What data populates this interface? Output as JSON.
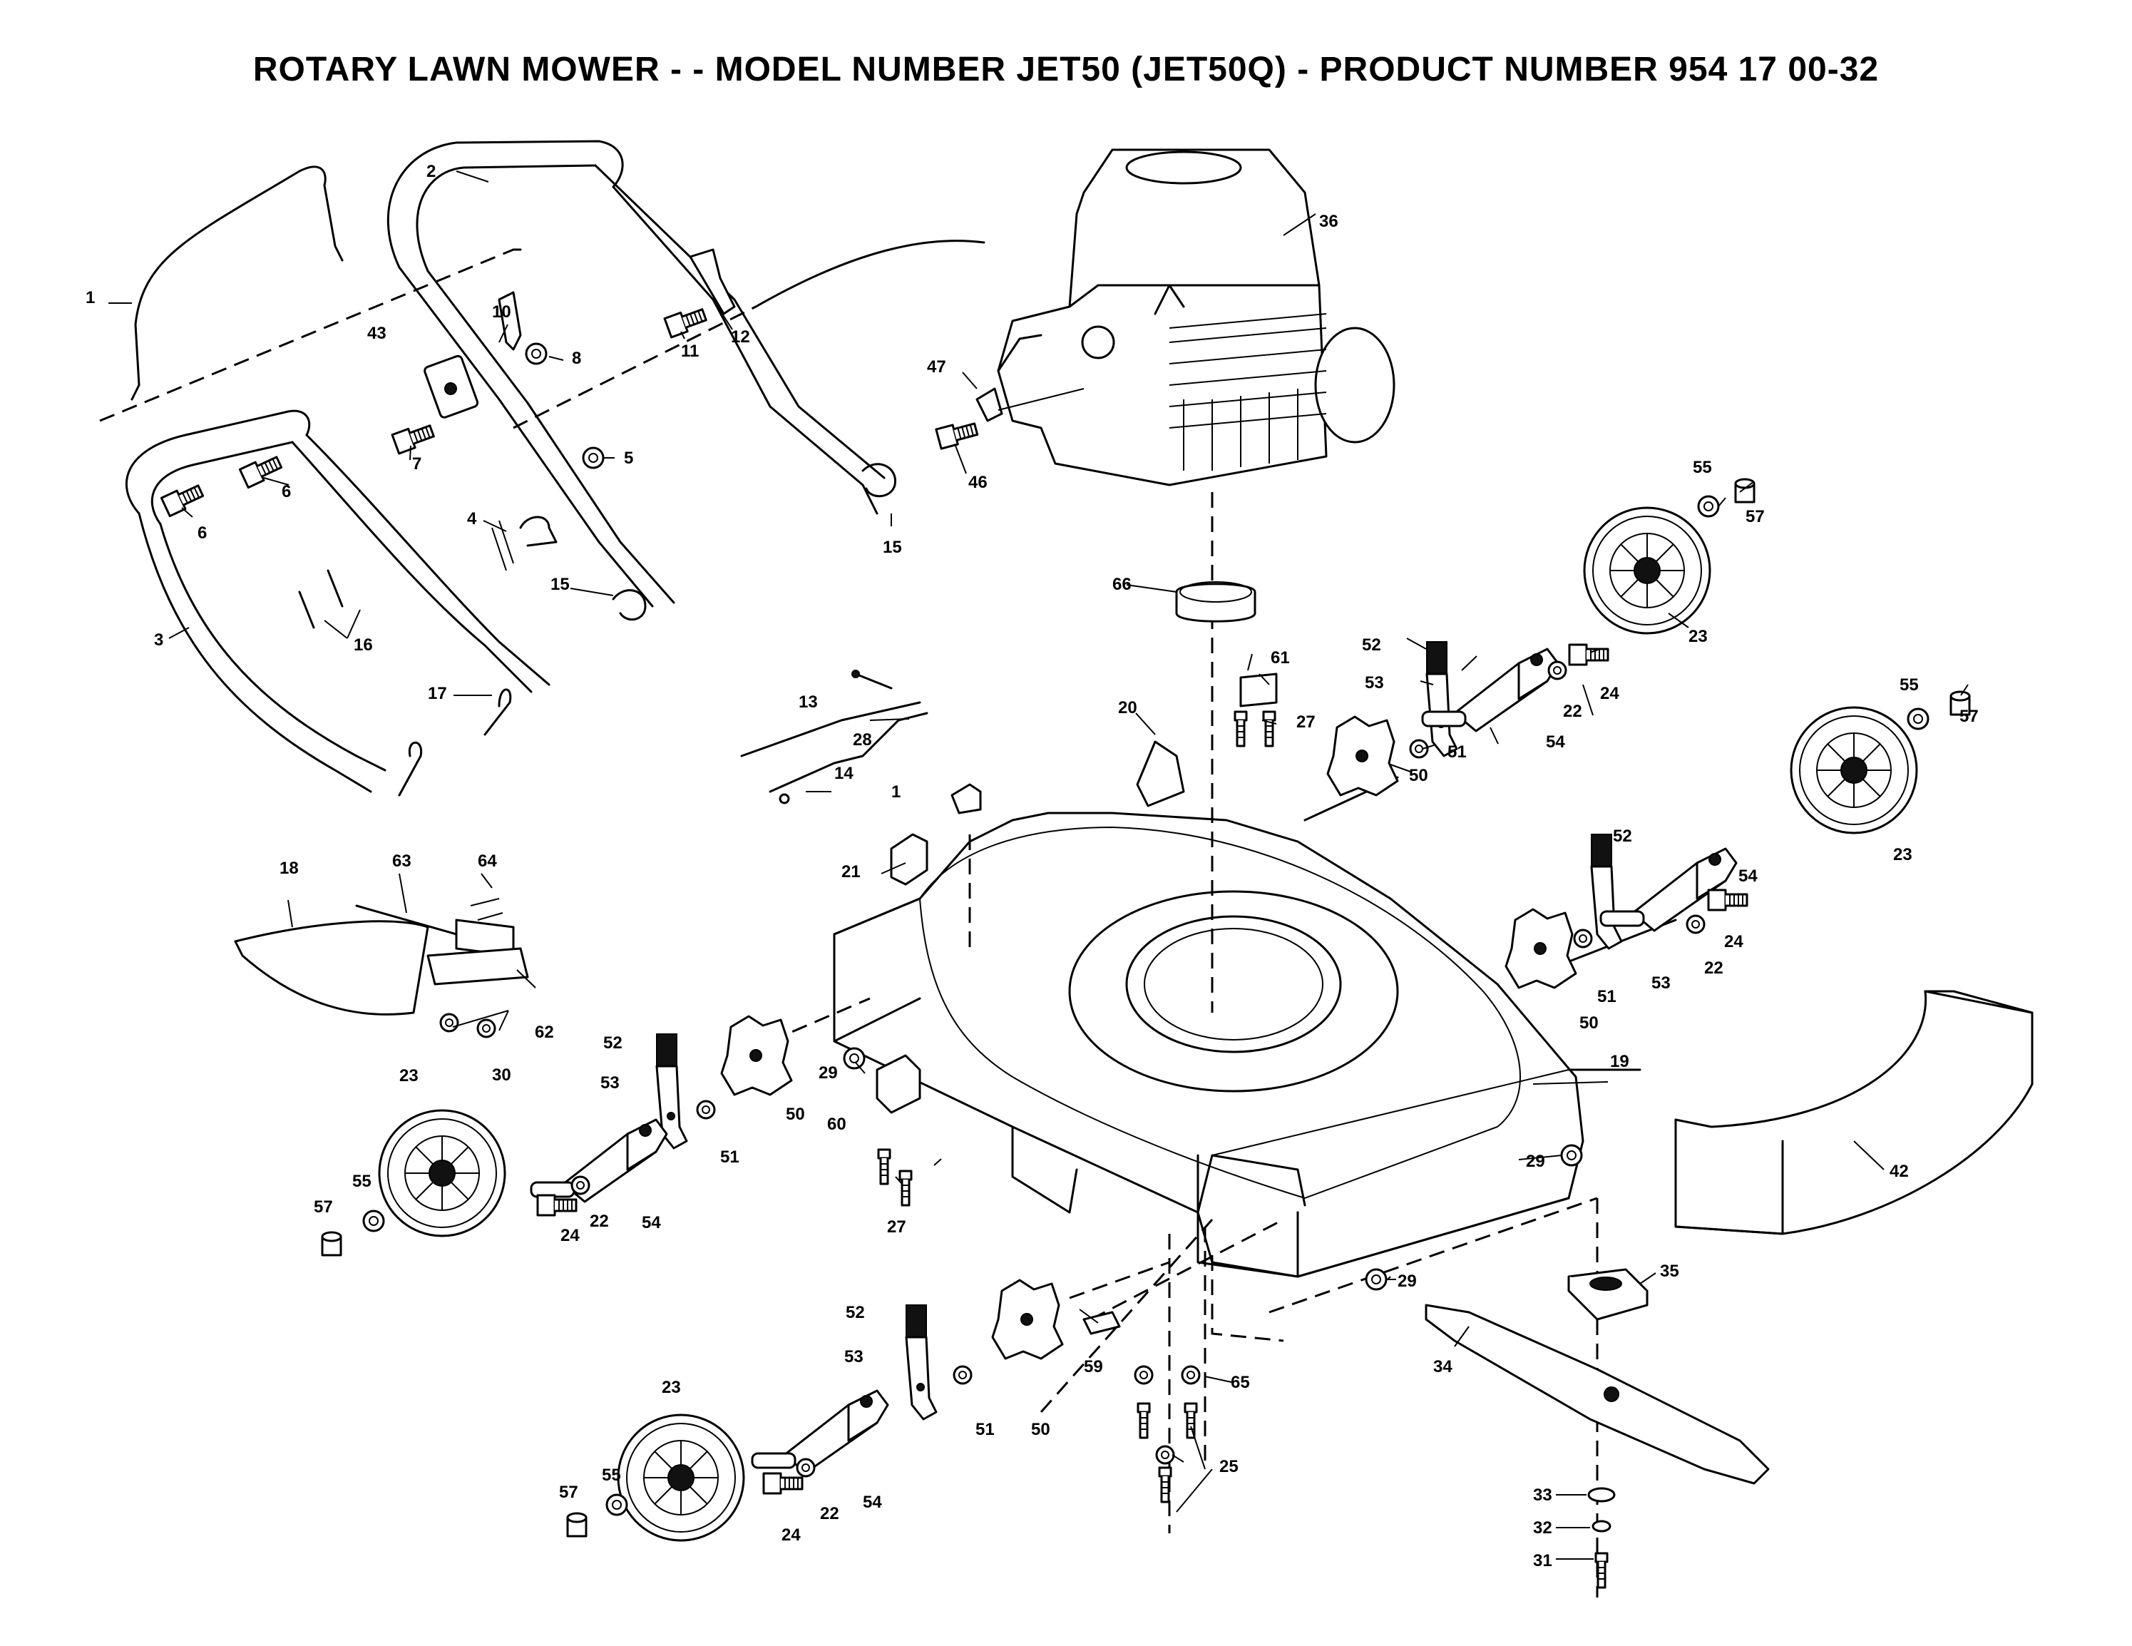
{
  "title": "ROTARY LAWN MOWER - - MODEL NUMBER JET50 (JET50Q) - PRODUCT NUMBER 954 17 00-32",
  "parts": [
    {
      "id": "p1a",
      "num": "1"
    },
    {
      "id": "p1b",
      "num": "1"
    },
    {
      "id": "p2",
      "num": "2"
    },
    {
      "id": "p3",
      "num": "3"
    },
    {
      "id": "p4",
      "num": "4"
    },
    {
      "id": "p5",
      "num": "5"
    },
    {
      "id": "p6a",
      "num": "6"
    },
    {
      "id": "p6b",
      "num": "6"
    },
    {
      "id": "p7",
      "num": "7"
    },
    {
      "id": "p8",
      "num": "8"
    },
    {
      "id": "p10",
      "num": "10"
    },
    {
      "id": "p11",
      "num": "11"
    },
    {
      "id": "p12",
      "num": "12"
    },
    {
      "id": "p13",
      "num": "13"
    },
    {
      "id": "p14",
      "num": "14"
    },
    {
      "id": "p15a",
      "num": "15"
    },
    {
      "id": "p15b",
      "num": "15"
    },
    {
      "id": "p16",
      "num": "16"
    },
    {
      "id": "p17",
      "num": "17"
    },
    {
      "id": "p18",
      "num": "18"
    },
    {
      "id": "p19",
      "num": "19"
    },
    {
      "id": "p20",
      "num": "20"
    },
    {
      "id": "p21",
      "num": "21"
    },
    {
      "id": "p22a",
      "num": "22"
    },
    {
      "id": "p22b",
      "num": "22"
    },
    {
      "id": "p22c",
      "num": "22"
    },
    {
      "id": "p22d",
      "num": "22"
    },
    {
      "id": "p23a",
      "num": "23"
    },
    {
      "id": "p23b",
      "num": "23"
    },
    {
      "id": "p23c",
      "num": "23"
    },
    {
      "id": "p23d",
      "num": "23"
    },
    {
      "id": "p24a",
      "num": "24"
    },
    {
      "id": "p24b",
      "num": "24"
    },
    {
      "id": "p24c",
      "num": "24"
    },
    {
      "id": "p24d",
      "num": "24"
    },
    {
      "id": "p25",
      "num": "25"
    },
    {
      "id": "p27a",
      "num": "27"
    },
    {
      "id": "p27b",
      "num": "27"
    },
    {
      "id": "p28",
      "num": "28"
    },
    {
      "id": "p29a",
      "num": "29"
    },
    {
      "id": "p29b",
      "num": "29"
    },
    {
      "id": "p29c",
      "num": "29"
    },
    {
      "id": "p30",
      "num": "30"
    },
    {
      "id": "p31",
      "num": "31"
    },
    {
      "id": "p32",
      "num": "32"
    },
    {
      "id": "p33",
      "num": "33"
    },
    {
      "id": "p34",
      "num": "34"
    },
    {
      "id": "p35",
      "num": "35"
    },
    {
      "id": "p36",
      "num": "36"
    },
    {
      "id": "p42",
      "num": "42"
    },
    {
      "id": "p43",
      "num": "43"
    },
    {
      "id": "p46",
      "num": "46"
    },
    {
      "id": "p47",
      "num": "47"
    },
    {
      "id": "p50a",
      "num": "50"
    },
    {
      "id": "p50b",
      "num": "50"
    },
    {
      "id": "p50c",
      "num": "50"
    },
    {
      "id": "p50d",
      "num": "50"
    },
    {
      "id": "p51a",
      "num": "51"
    },
    {
      "id": "p51b",
      "num": "51"
    },
    {
      "id": "p51c",
      "num": "51"
    },
    {
      "id": "p51d",
      "num": "51"
    },
    {
      "id": "p52a",
      "num": "52"
    },
    {
      "id": "p52b",
      "num": "52"
    },
    {
      "id": "p52c",
      "num": "52"
    },
    {
      "id": "p52d",
      "num": "52"
    },
    {
      "id": "p53a",
      "num": "53"
    },
    {
      "id": "p53b",
      "num": "53"
    },
    {
      "id": "p53c",
      "num": "53"
    },
    {
      "id": "p53d",
      "num": "53"
    },
    {
      "id": "p54a",
      "num": "54"
    },
    {
      "id": "p54b",
      "num": "54"
    },
    {
      "id": "p54c",
      "num": "54"
    },
    {
      "id": "p54d",
      "num": "54"
    },
    {
      "id": "p55a",
      "num": "55"
    },
    {
      "id": "p55b",
      "num": "55"
    },
    {
      "id": "p55c",
      "num": "55"
    },
    {
      "id": "p55d",
      "num": "55"
    },
    {
      "id": "p57a",
      "num": "57"
    },
    {
      "id": "p57b",
      "num": "57"
    },
    {
      "id": "p57c",
      "num": "57"
    },
    {
      "id": "p57d",
      "num": "57"
    },
    {
      "id": "p59",
      "num": "59"
    },
    {
      "id": "p60",
      "num": "60"
    },
    {
      "id": "p61",
      "num": "61"
    },
    {
      "id": "p62",
      "num": "62"
    },
    {
      "id": "p63",
      "num": "63"
    },
    {
      "id": "p64",
      "num": "64"
    },
    {
      "id": "p65",
      "num": "65"
    },
    {
      "id": "p66",
      "num": "66"
    }
  ]
}
